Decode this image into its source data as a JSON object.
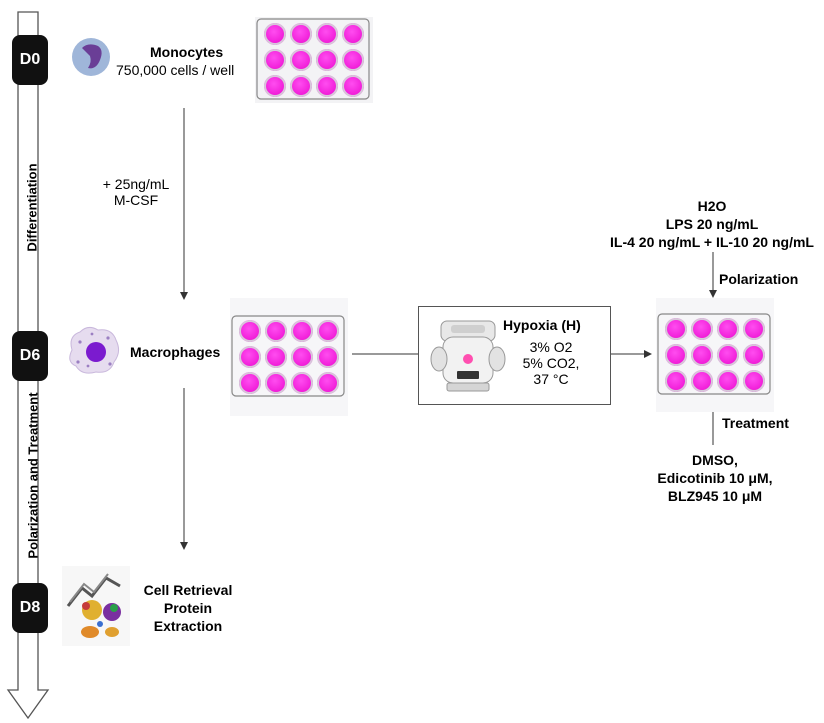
{
  "timeline": {
    "days": [
      "D0",
      "D6",
      "D8"
    ],
    "phases": [
      "Differentiation",
      "Polarization and Treatment"
    ]
  },
  "monocytes": {
    "title": "Monocytes",
    "count": "750,000 cells / well"
  },
  "csf": {
    "line1": "+ 25ng/mL",
    "line2": "M-CSF"
  },
  "macrophages": {
    "label": "Macrophages"
  },
  "hypoxia": {
    "title": "Hypoxia (H)",
    "o2": "3% O2",
    "co2": "5% CO2,",
    "temp": "37 °C"
  },
  "polarization": {
    "label": "Polarization",
    "conditions": [
      "H2O",
      "LPS 20 ng/mL",
      "IL-4 20 ng/mL + IL-10 20 ng/mL"
    ]
  },
  "treatment": {
    "label": "Treatment",
    "conditions": [
      "DMSO,",
      "Edicotinib 10 μM,",
      "BLZ945 10 μM"
    ]
  },
  "retrieval": {
    "line1": "Cell Retrieval",
    "line2": "Protein",
    "line3": "Extraction"
  },
  "colors": {
    "well": "#f11fd9",
    "day_box": "#111111",
    "cell_purple": "#7a4aa8"
  }
}
